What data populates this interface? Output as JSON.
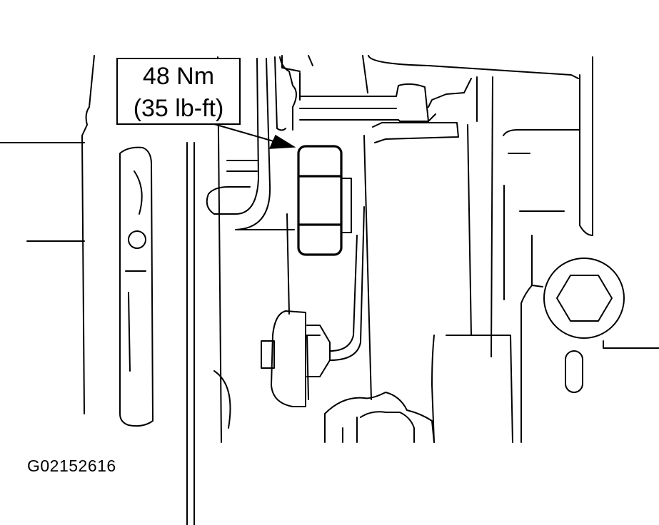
{
  "callout": {
    "line1": "48 Nm",
    "line2": "(35 lb-ft)"
  },
  "figure_id": "G02152616",
  "colors": {
    "line": "#000000",
    "background": "#ffffff"
  }
}
